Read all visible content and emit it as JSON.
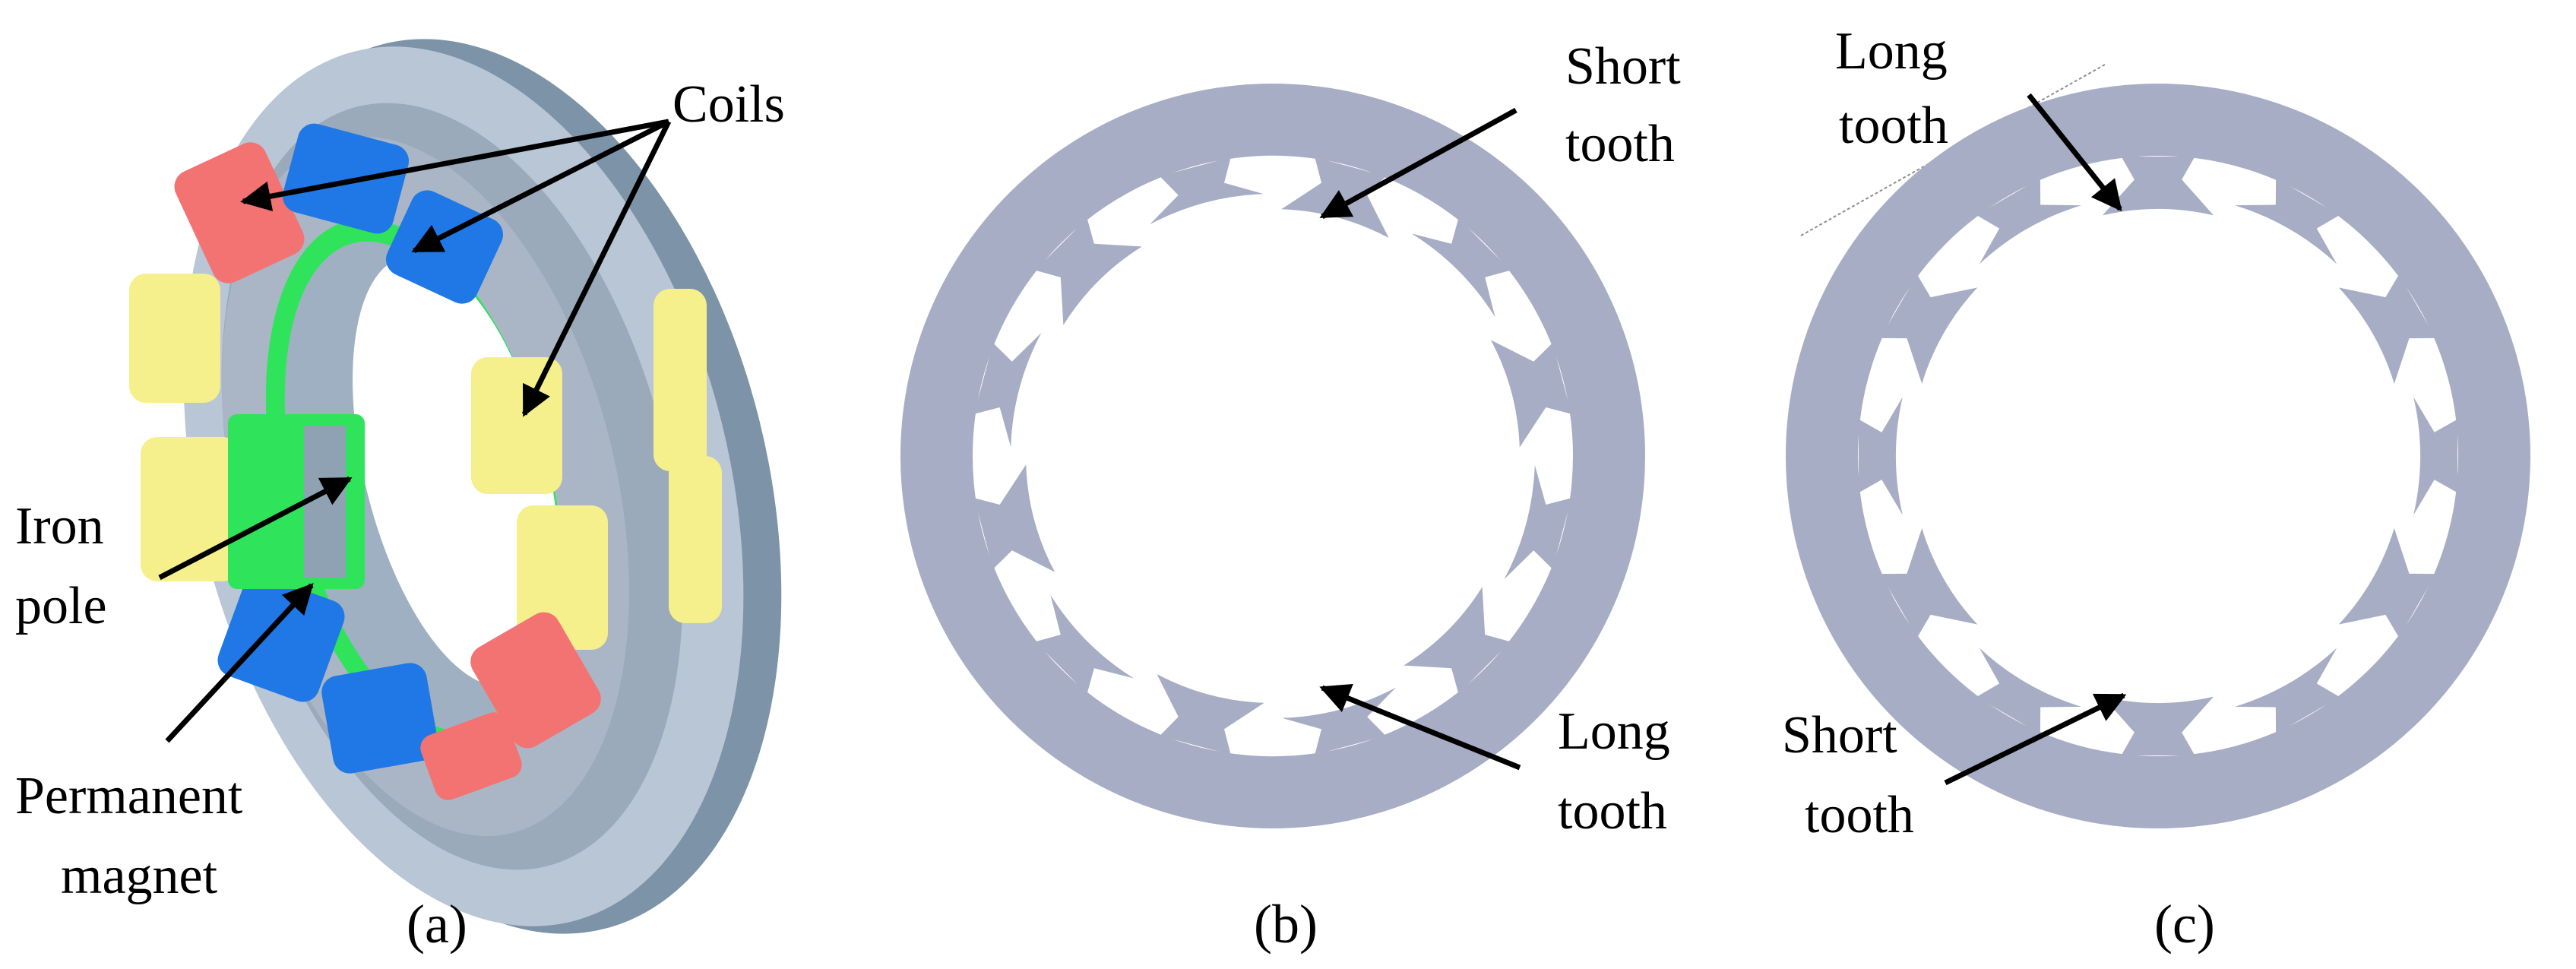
{
  "colors": {
    "stator_gray": "#a7adc4",
    "housing_light": "#b9c6d6",
    "housing_dark": "#7d93a8",
    "coil_red": "#f27372",
    "coil_blue": "#1f78e6",
    "coil_yellow": "#f5ef8c",
    "magnet_green": "#2fe45a",
    "arrow": "#000000"
  },
  "panel_a": {
    "caption": "(a)",
    "labels": {
      "coils": "Coils",
      "iron_pole_line1": "Iron",
      "iron_pole_line2": "pole",
      "magnet_line1": "Permanent",
      "magnet_line2": "magnet"
    }
  },
  "panel_b": {
    "caption": "(b)",
    "short_tooth_line1": "Short",
    "short_tooth_line2": "tooth",
    "long_tooth_line1": "Long",
    "long_tooth_line2": "tooth"
  },
  "panel_c": {
    "caption": "(c)",
    "long_tooth_line1": "Long",
    "long_tooth_line2": "tooth",
    "short_tooth_line1": "Short",
    "short_tooth_line2": "tooth"
  }
}
